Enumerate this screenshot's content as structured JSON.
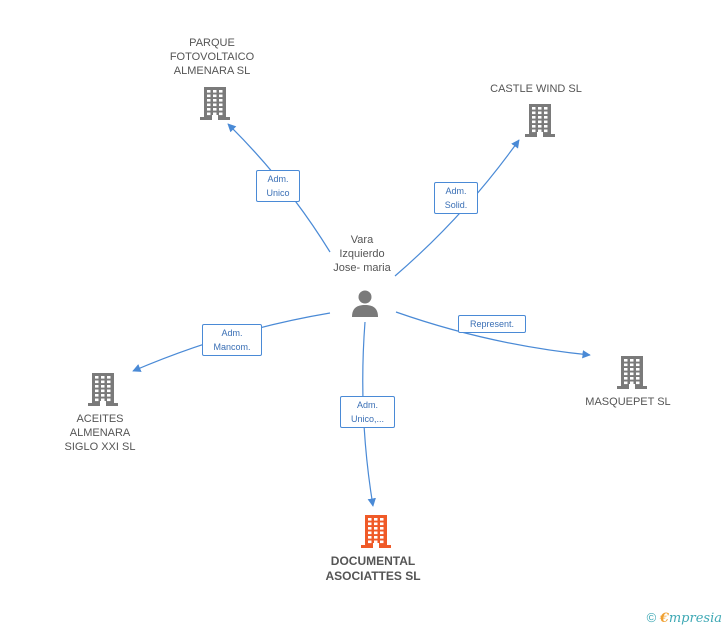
{
  "colors": {
    "edge": "#4a8ad6",
    "building": "#7a7a7a",
    "building_highlight": "#f05a28",
    "person": "#7a7a7a"
  },
  "person": {
    "icon": "person-icon",
    "lines": [
      "Vara",
      "Izquierdo",
      "Jose- maria"
    ]
  },
  "companies": [
    {
      "id": "parque",
      "icon": "building-icon",
      "lines": [
        "PARQUE",
        "FOTOVOLTAICO",
        "ALMENARA SL"
      ],
      "highlight": false
    },
    {
      "id": "castle",
      "icon": "building-icon",
      "lines": [
        "CASTLE WIND SL"
      ],
      "highlight": false
    },
    {
      "id": "aceites",
      "icon": "building-icon",
      "lines": [
        "ACEITES",
        "ALMENARA",
        "SIGLO XXI SL"
      ],
      "highlight": false
    },
    {
      "id": "masquepet",
      "icon": "building-icon",
      "lines": [
        "MASQUEPET SL"
      ],
      "highlight": false
    },
    {
      "id": "documental",
      "icon": "building-icon",
      "lines": [
        "DOCUMENTAL",
        "ASOCIATTES SL"
      ],
      "highlight": true
    }
  ],
  "relations": [
    {
      "target": "parque",
      "lines": [
        "Adm.",
        "Unico"
      ]
    },
    {
      "target": "castle",
      "lines": [
        "Adm.",
        "Solid."
      ]
    },
    {
      "target": "aceites",
      "lines": [
        "Adm.",
        "Mancom."
      ]
    },
    {
      "target": "masquepet",
      "lines": [
        "Represent."
      ]
    },
    {
      "target": "documental",
      "lines": [
        "Adm.",
        "Unico,..."
      ]
    }
  ],
  "footer": {
    "copyright_symbol": "©",
    "brand_initial": "€",
    "brand_rest": "mpresia"
  }
}
